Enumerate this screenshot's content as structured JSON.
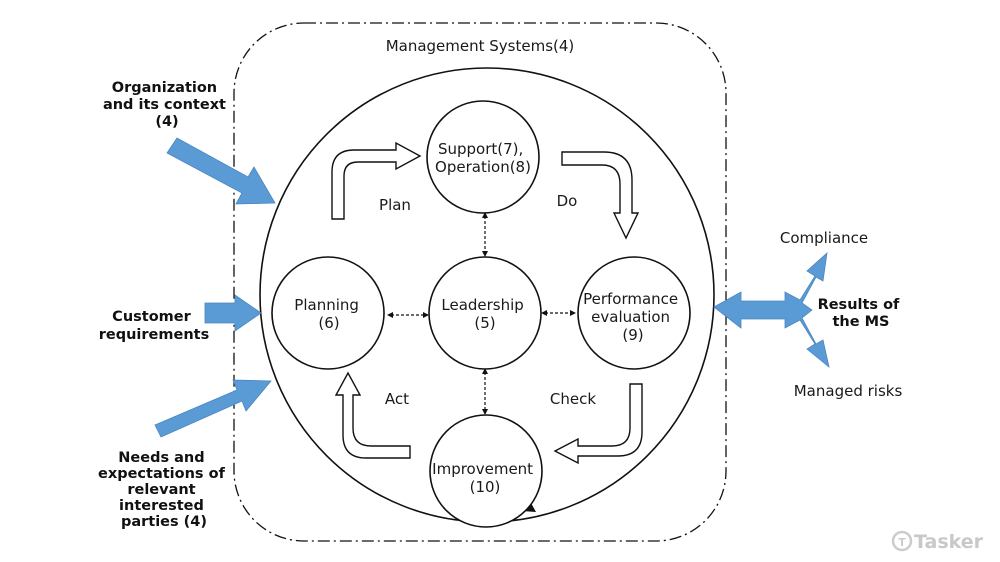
{
  "container": {
    "title": "Management Systems(4)"
  },
  "nodes": {
    "support": {
      "lines": [
        "Support(7),",
        "Operation(8)"
      ]
    },
    "planning": {
      "lines": [
        "Planning",
        "(6)"
      ]
    },
    "leadership": {
      "lines": [
        "Leadership",
        "(5)"
      ]
    },
    "performance": {
      "lines": [
        "Performance",
        "evaluation",
        "(9)"
      ]
    },
    "improvement": {
      "lines": [
        "Improvement",
        "(10)"
      ]
    }
  },
  "cycle": {
    "plan": "Plan",
    "do": "Do",
    "check": "Check",
    "act": "Act"
  },
  "inputs": {
    "organization": {
      "lines": [
        "Organization",
        "and its context",
        "(4)"
      ]
    },
    "customer": {
      "lines": [
        "Customer",
        "requirements"
      ]
    },
    "needs": {
      "lines": [
        "Needs and",
        "expectations of",
        "relevant",
        "interested",
        "parties (4)"
      ]
    }
  },
  "outputs": {
    "results": {
      "lines": [
        "Results of",
        "the MS"
      ]
    },
    "compliance": "Compliance",
    "managed_risks": "Managed risks"
  },
  "colors": {
    "input_arrow": "#5b9bd5",
    "input_arrow_stroke": "#4a86bf",
    "line": "#111111"
  },
  "watermark": "Tasker"
}
